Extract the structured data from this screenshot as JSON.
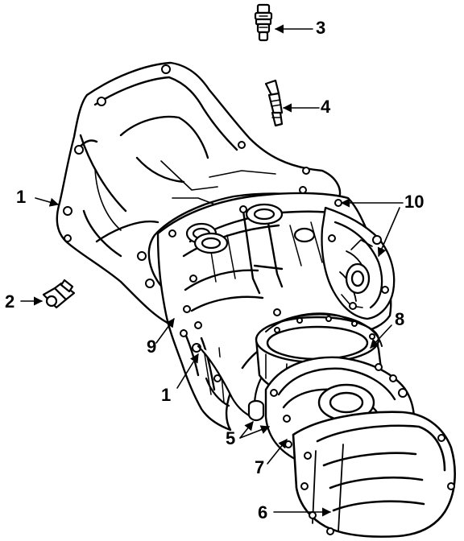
{
  "callouts": {
    "c1_top": "1",
    "c1_bottom": "1",
    "c2": "2",
    "c3": "3",
    "c4": "4",
    "c5": "5",
    "c6": "6",
    "c7": "7",
    "c8": "8",
    "c9": "9",
    "c10": "10"
  },
  "colors": {
    "ink": "#000000",
    "paper": "#ffffff"
  }
}
